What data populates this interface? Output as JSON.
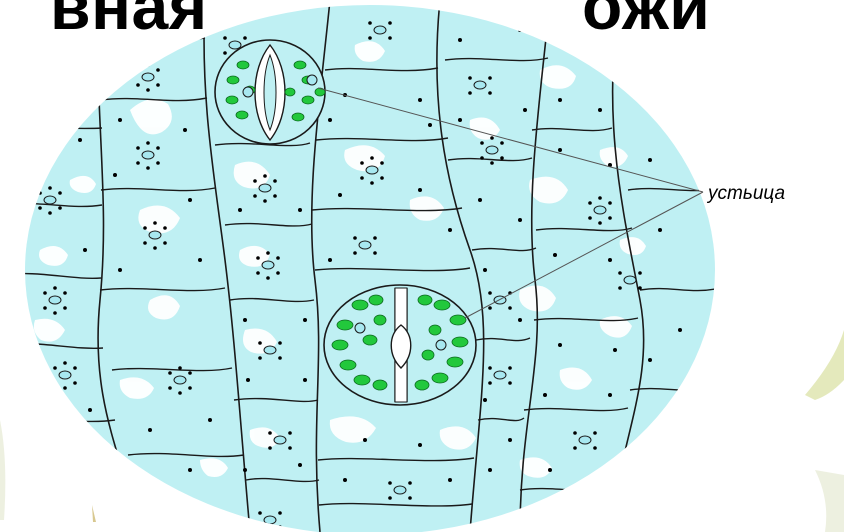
{
  "slide": {
    "title_left_fragment": "вная",
    "title_right_fragment": "ожи"
  },
  "diagram": {
    "label": "устьица",
    "colors": {
      "cell_fill": "#bff0f3",
      "cell_border": "#1a1a1a",
      "chloroplast": "#22c83c",
      "nucleus": "#a8e8f0",
      "vacuole": "#ffffff",
      "plant_deco": "#c8d890"
    }
  }
}
